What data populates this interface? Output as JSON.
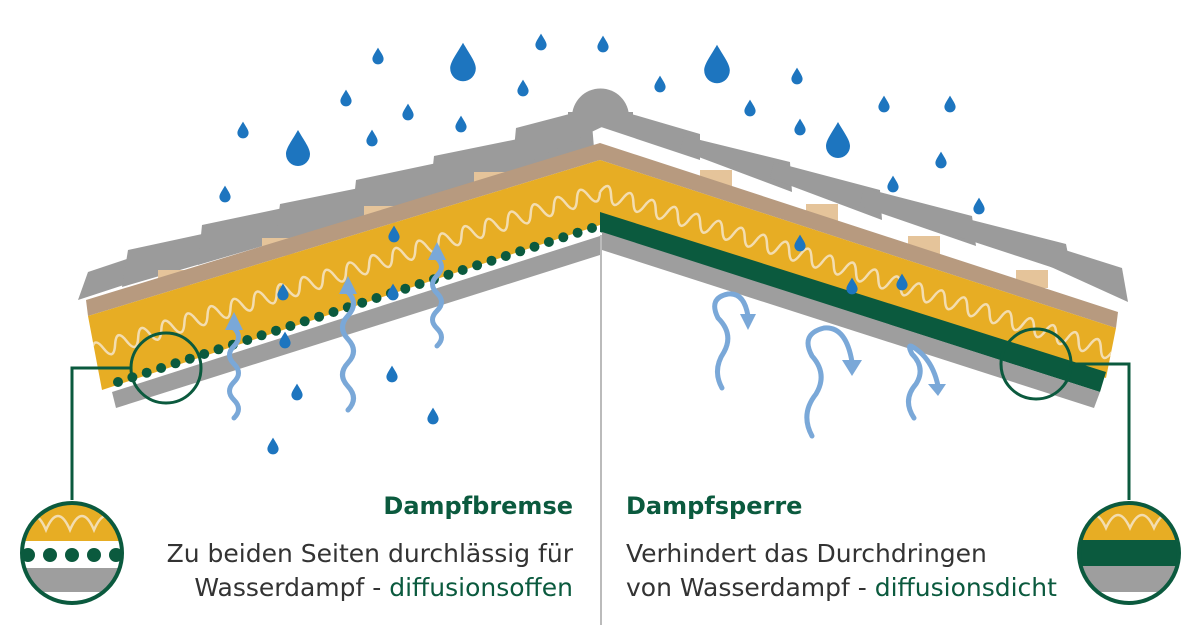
{
  "colors": {
    "tile": "#9b9b9b",
    "batten": "#e5c49a",
    "membrane": "#b79a7f",
    "insulation": "#e7ad24",
    "insulation_line": "#f3ddb0",
    "green": "#0b5a3e",
    "board": "#9e9e9e",
    "drop": "#1d75bf",
    "vapor": "#7aa8d8",
    "divider": "#bbbbbb",
    "text": "#333333"
  },
  "icons": [
    "water-drop-icon",
    "vapor-arrow-icon",
    "magnifier-circle-icon"
  ],
  "left": {
    "title": "Dampfbremse",
    "line1": "Zu beiden Seiten durchlässig für",
    "line2": "Wasserdampf - ",
    "accent": "diffusionsoffen"
  },
  "right": {
    "title": "Dampfsperre",
    "line1": "Verhindert das Durchdringen",
    "line2": "von Wasserdampf - ",
    "accent": "diffusionsdicht"
  }
}
